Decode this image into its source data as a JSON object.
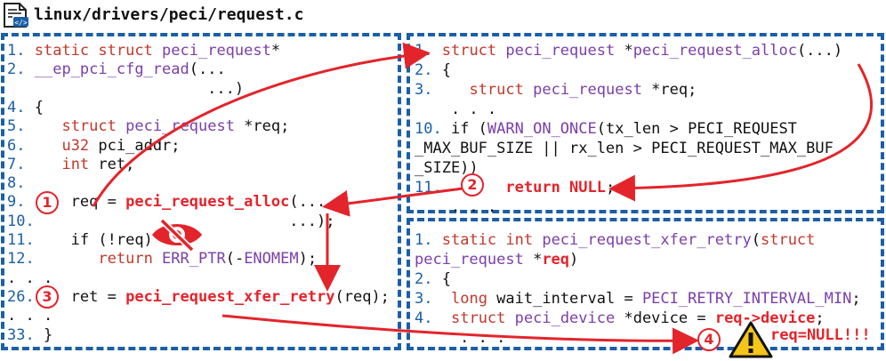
{
  "header": {
    "filepath": "linux/drivers/peci/request.c",
    "file_icon": "file-code-icon"
  },
  "left_panel": {
    "lines": [
      {
        "n": "1.",
        "parts": [
          [
            "kw",
            "static struct "
          ],
          [
            "ty",
            "peci_request"
          ],
          [
            "",
            "*"
          ]
        ]
      },
      {
        "n": "2.",
        "parts": [
          [
            "fn",
            "__ep_pci_cfg_read"
          ],
          [
            "",
            "(..."
          ]
        ]
      },
      {
        "n": "",
        "parts": [
          [
            "",
            "                      ...)"
          ]
        ]
      },
      {
        "n": "4.",
        "parts": [
          [
            "",
            "{"
          ]
        ]
      },
      {
        "n": "5.",
        "parts": [
          [
            "",
            "   "
          ],
          [
            "kw",
            "struct "
          ],
          [
            "ty",
            "peci_request"
          ],
          [
            "",
            " *req;"
          ]
        ]
      },
      {
        "n": "6.",
        "parts": [
          [
            "",
            "   "
          ],
          [
            "kw",
            "u32"
          ],
          [
            "",
            " pci_addr;"
          ]
        ]
      },
      {
        "n": "7.",
        "parts": [
          [
            "",
            "   "
          ],
          [
            "kw",
            "int"
          ],
          [
            "",
            " ret;"
          ]
        ]
      },
      {
        "n": "8.",
        "parts": []
      },
      {
        "n": "9.",
        "parts": [
          [
            "",
            "    req = "
          ],
          [
            "hl",
            "peci_request_alloc"
          ],
          [
            "",
            "(..."
          ]
        ]
      },
      {
        "n": "10.",
        "parts": [
          [
            "",
            "                           ...);"
          ]
        ]
      },
      {
        "n": "11.",
        "parts": [
          [
            "",
            "   if (!req)"
          ]
        ]
      },
      {
        "n": "12.",
        "parts": [
          [
            "",
            "      "
          ],
          [
            "kw",
            "return "
          ],
          [
            "mac",
            "ERR_PTR"
          ],
          [
            "",
            "(-"
          ],
          [
            "mac",
            "ENOMEM"
          ],
          [
            "",
            ");"
          ]
        ]
      },
      {
        "n": "",
        "parts": [
          [
            "",
            ". . ."
          ]
        ]
      },
      {
        "n": "26.",
        "parts": [
          [
            "",
            "   ret = "
          ],
          [
            "hl",
            "peci_request_xfer_retry"
          ],
          [
            "",
            "(req);"
          ]
        ]
      },
      {
        "n": "",
        "parts": [
          [
            "",
            ". . ."
          ]
        ]
      },
      {
        "n": "33.",
        "parts": [
          [
            "",
            "}"
          ]
        ]
      }
    ]
  },
  "right_top_panel": {
    "lines": [
      {
        "n": "1.",
        "parts": [
          [
            "",
            ""
          ],
          [
            "kw",
            "struct "
          ],
          [
            "ty",
            "peci_request"
          ],
          [
            "",
            " *"
          ],
          [
            "fn",
            "peci_request_alloc"
          ],
          [
            "",
            "(...)"
          ]
        ]
      },
      {
        "n": "2.",
        "parts": [
          [
            "",
            "{"
          ]
        ]
      },
      {
        "n": "3.",
        "parts": [
          [
            "",
            "   "
          ],
          [
            "kw",
            "struct "
          ],
          [
            "ty",
            "peci_request"
          ],
          [
            "",
            " *req;"
          ]
        ]
      },
      {
        "n": "",
        "parts": [
          [
            "",
            "    . . ."
          ]
        ]
      },
      {
        "n": "10.",
        "parts": [
          [
            "",
            "if ("
          ],
          [
            "mac",
            "WARN_ON_ONCE"
          ],
          [
            "",
            "(tx_len > PECI_REQUEST"
          ]
        ]
      },
      {
        "n": "",
        "parts": [
          [
            "",
            "_MAX_BUF_SIZE || rx_len > PECI_REQUEST_MAX_BUF"
          ]
        ]
      },
      {
        "n": "",
        "parts": [
          [
            "",
            "_SIZE))"
          ]
        ]
      },
      {
        "n": "11.",
        "parts": [
          [
            "",
            "      "
          ],
          [
            "hl",
            "return NULL"
          ],
          [
            "",
            ";"
          ]
        ]
      },
      {
        "n": "",
        "parts": [
          [
            "",
            "    . . ."
          ]
        ]
      }
    ]
  },
  "right_bottom_panel": {
    "lines": [
      {
        "n": "1.",
        "parts": [
          [
            "kw",
            "static int "
          ],
          [
            "fn",
            "peci_request_xfer_retry"
          ],
          [
            "",
            "("
          ],
          [
            "kw",
            "struct"
          ]
        ]
      },
      {
        "n": "",
        "parts": [
          [
            "ty",
            "peci_request"
          ],
          [
            "",
            " *"
          ],
          [
            "hl",
            "req"
          ],
          [
            "",
            ")"
          ]
        ]
      },
      {
        "n": "2.",
        "parts": [
          [
            "",
            "{"
          ]
        ]
      },
      {
        "n": "3.",
        "parts": [
          [
            "",
            " "
          ],
          [
            "kw",
            "long"
          ],
          [
            "",
            " wait_interval = "
          ],
          [
            "mac",
            "PECI_RETRY_INTERVAL_MIN"
          ],
          [
            "",
            ";"
          ]
        ]
      },
      {
        "n": "4.",
        "parts": [
          [
            "",
            " "
          ],
          [
            "kw",
            "struct "
          ],
          [
            "ty",
            "peci_device"
          ],
          [
            "",
            " *device = "
          ],
          [
            "hl",
            "req->device"
          ],
          [
            "",
            ";"
          ]
        ]
      },
      {
        "n": "",
        "parts": [
          [
            "",
            "     . . ."
          ]
        ]
      }
    ]
  },
  "annotations": {
    "step1": "1",
    "step2": "2",
    "step3": "3",
    "step4": "4",
    "warning_text": "req=NULL!!!",
    "hidden_icon": "eye-slash-icon",
    "warning_icon": "warning-triangle-icon"
  },
  "colors": {
    "panel_border": "#1a5fa8",
    "arrow": "#e3242b",
    "keyword": "#c0392b",
    "type": "#7b3fa8",
    "warning_fill": "#f5c518"
  }
}
